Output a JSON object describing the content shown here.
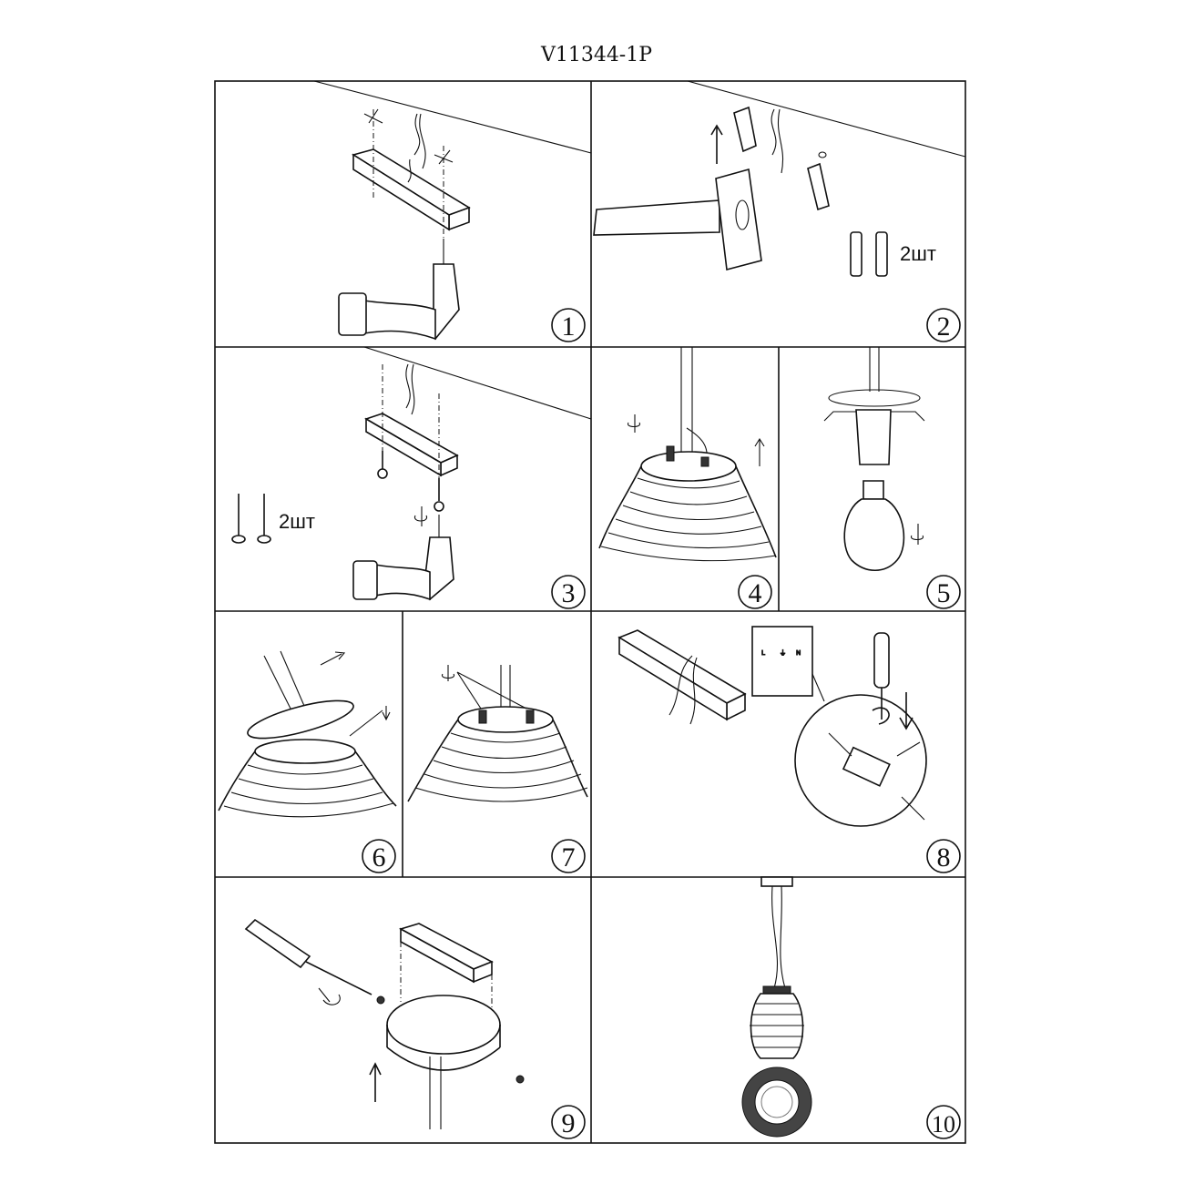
{
  "title": "V11344-1P",
  "steps": [
    {
      "number": "1"
    },
    {
      "number": "2",
      "quantity_label": "2шт"
    },
    {
      "number": "3",
      "quantity_label": "2шт"
    },
    {
      "number": "4"
    },
    {
      "number": "5"
    },
    {
      "number": "6"
    },
    {
      "number": "7"
    },
    {
      "number": "8",
      "terminal_labels": [
        "L",
        "⏚",
        "N"
      ]
    },
    {
      "number": "9"
    },
    {
      "number": "10"
    }
  ]
}
